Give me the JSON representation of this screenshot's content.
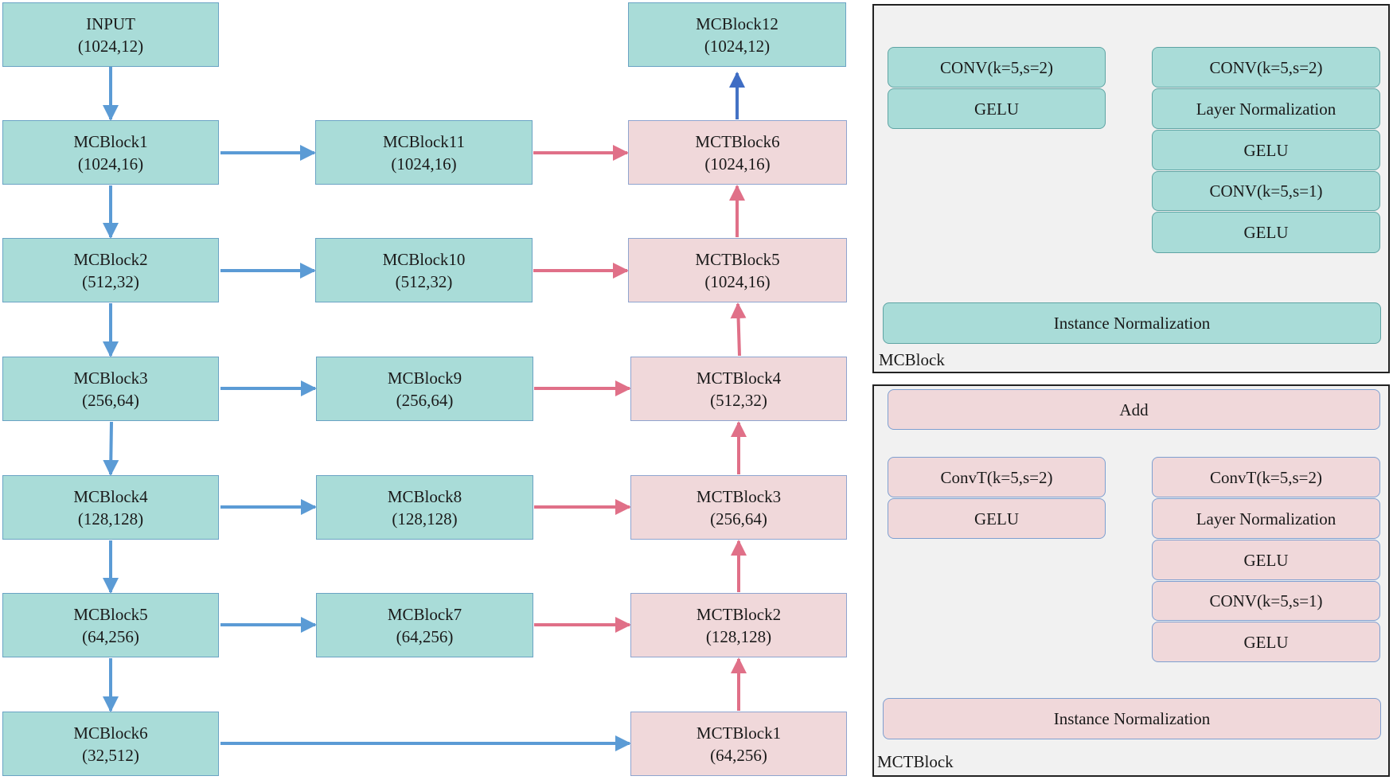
{
  "colors": {
    "teal_fill": "#a9dcd8",
    "pink_fill": "#f0d8da",
    "blue_arrow": "#5b9bd5",
    "pink_arrow": "#e07088",
    "dark_blue_line": "#3f6dc4",
    "panel_fill": "#f1f1f1"
  },
  "encoder": [
    {
      "name": "INPUT",
      "shape": "(1024,12)"
    },
    {
      "name": "MCBlock1",
      "shape": "(1024,16)"
    },
    {
      "name": "MCBlock2",
      "shape": "(512,32)"
    },
    {
      "name": "MCBlock3",
      "shape": "(256,64)"
    },
    {
      "name": "MCBlock4",
      "shape": "(128,128)"
    },
    {
      "name": "MCBlock5",
      "shape": "(64,256)"
    },
    {
      "name": "MCBlock6",
      "shape": "(32,512)"
    }
  ],
  "middle": [
    {
      "name": "MCBlock11",
      "shape": "(1024,16)"
    },
    {
      "name": "MCBlock10",
      "shape": "(512,32)"
    },
    {
      "name": "MCBlock9",
      "shape": "(256,64)"
    },
    {
      "name": "MCBlock8",
      "shape": "(128,128)"
    },
    {
      "name": "MCBlock7",
      "shape": "(64,256)"
    }
  ],
  "decoder": [
    {
      "name": "MCBlock12",
      "shape": "(1024,12)"
    },
    {
      "name": "MCTBlock6",
      "shape": "(1024,16)"
    },
    {
      "name": "MCTBlock5",
      "shape": "(1024,16)"
    },
    {
      "name": "MCTBlock4",
      "shape": "(512,32)"
    },
    {
      "name": "MCTBlock3",
      "shape": "(256,64)"
    },
    {
      "name": "MCTBlock2",
      "shape": "(128,128)"
    },
    {
      "name": "MCTBlock1",
      "shape": "(64,256)"
    }
  ],
  "mcblock_panel": {
    "caption": "MCBlock",
    "left_branch": [
      "CONV(k=5,s=2)",
      "GELU"
    ],
    "right_branch": [
      "CONV(k=5,s=2)",
      "Layer Normalization",
      "GELU",
      "CONV(k=5,s=1)",
      "GELU"
    ],
    "output": "Instance Normalization"
  },
  "mctblock_panel": {
    "caption": "MCTBlock",
    "input": "Add",
    "left_branch": [
      "ConvT(k=5,s=2)",
      "GELU"
    ],
    "right_branch": [
      "ConvT(k=5,s=2)",
      "Layer Normalization",
      "GELU",
      "CONV(k=5,s=1)",
      "GELU"
    ],
    "output": "Instance Normalization"
  }
}
